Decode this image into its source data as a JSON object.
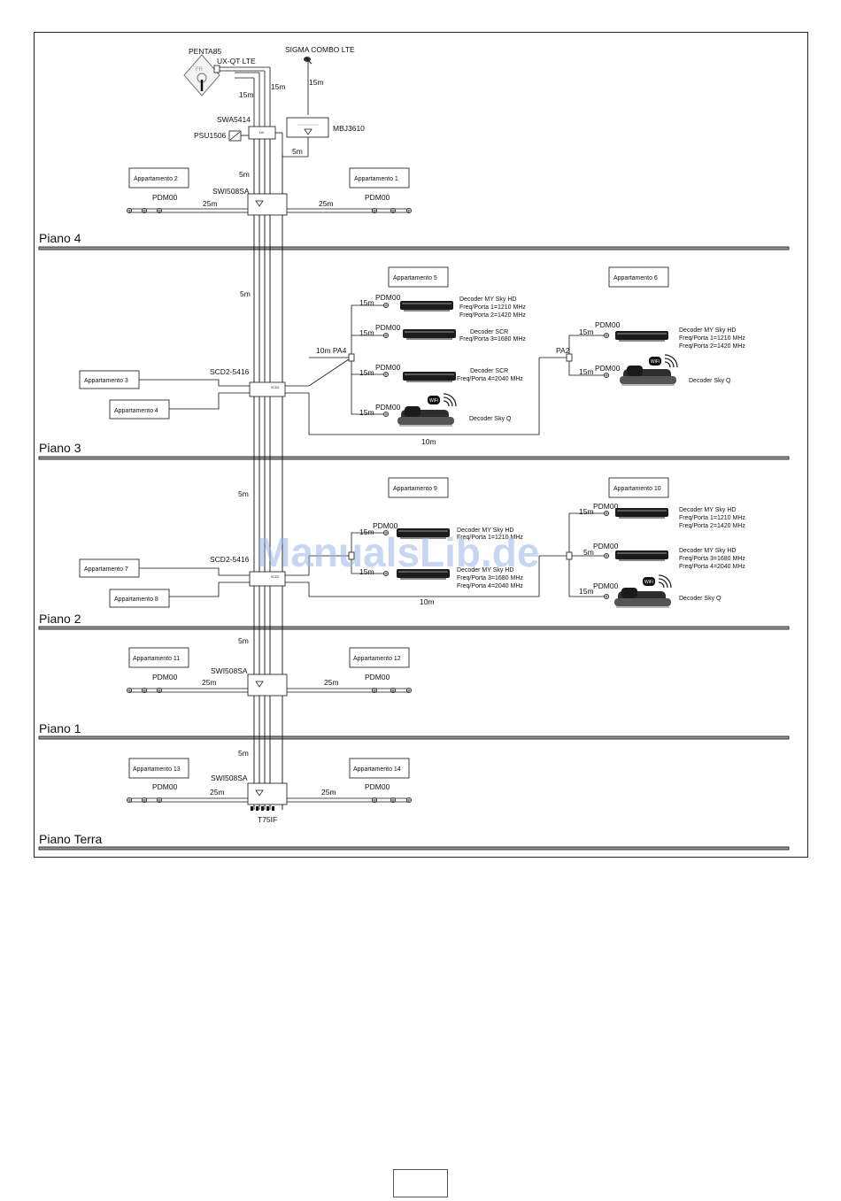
{
  "antennas": {
    "terrestrial": "PENTA85",
    "filter": "UX-QT LTE",
    "filter_box": "UX\nLTE",
    "combo": "SIGMA COMBO LTE",
    "psu": "PSU1506",
    "switch_top": "SWA5414",
    "switch_top_box": "UX",
    "amp": "MBJ3610"
  },
  "cables": {
    "m15": "15m",
    "m5": "5m",
    "m25": "25m",
    "m10": "10m",
    "m10pa4": "10m PA4",
    "pa2": "PA2"
  },
  "devices": {
    "swi": "SWI508SA",
    "scd": "SCD2-5416",
    "pdm": "PDM00",
    "term": "T75IF",
    "scd_box": "SCD2"
  },
  "apartments": {
    "a1": "Appartamento 1",
    "a2": "Appartamento 2",
    "a3": "Appartamento 3",
    "a4": "Appartamento 4",
    "a5": "Appartamento 5",
    "a6": "Appartamento 6",
    "a7": "Appartamento 7",
    "a8": "Appartamento 8",
    "a9": "Appartamento 9",
    "a10": "Appartamento 10",
    "a11": "Appartamento 11",
    "a12": "Appartamento 12",
    "a13": "Appartamento 13",
    "a14": "Appartamento 14"
  },
  "floors": {
    "p4": "Piano 4",
    "p3": "Piano 3",
    "p2": "Piano 2",
    "p1": "Piano 1",
    "pt": "Piano Terra"
  },
  "decoders": {
    "myhd": "Decoder MY Sky HD",
    "scr": "Decoder SCR",
    "skyq": "Decoder Sky Q",
    "f1": "Freq/Porta 1=1210 MHz",
    "f2": "Freq/Porta 2=1420 MHz",
    "f3": "Freq/Porta 3=1680 MHz",
    "f4": "Freq/Porta 4=2040 MHz",
    "wifi": "WiFi"
  },
  "watermark": "ManualsLib.de"
}
